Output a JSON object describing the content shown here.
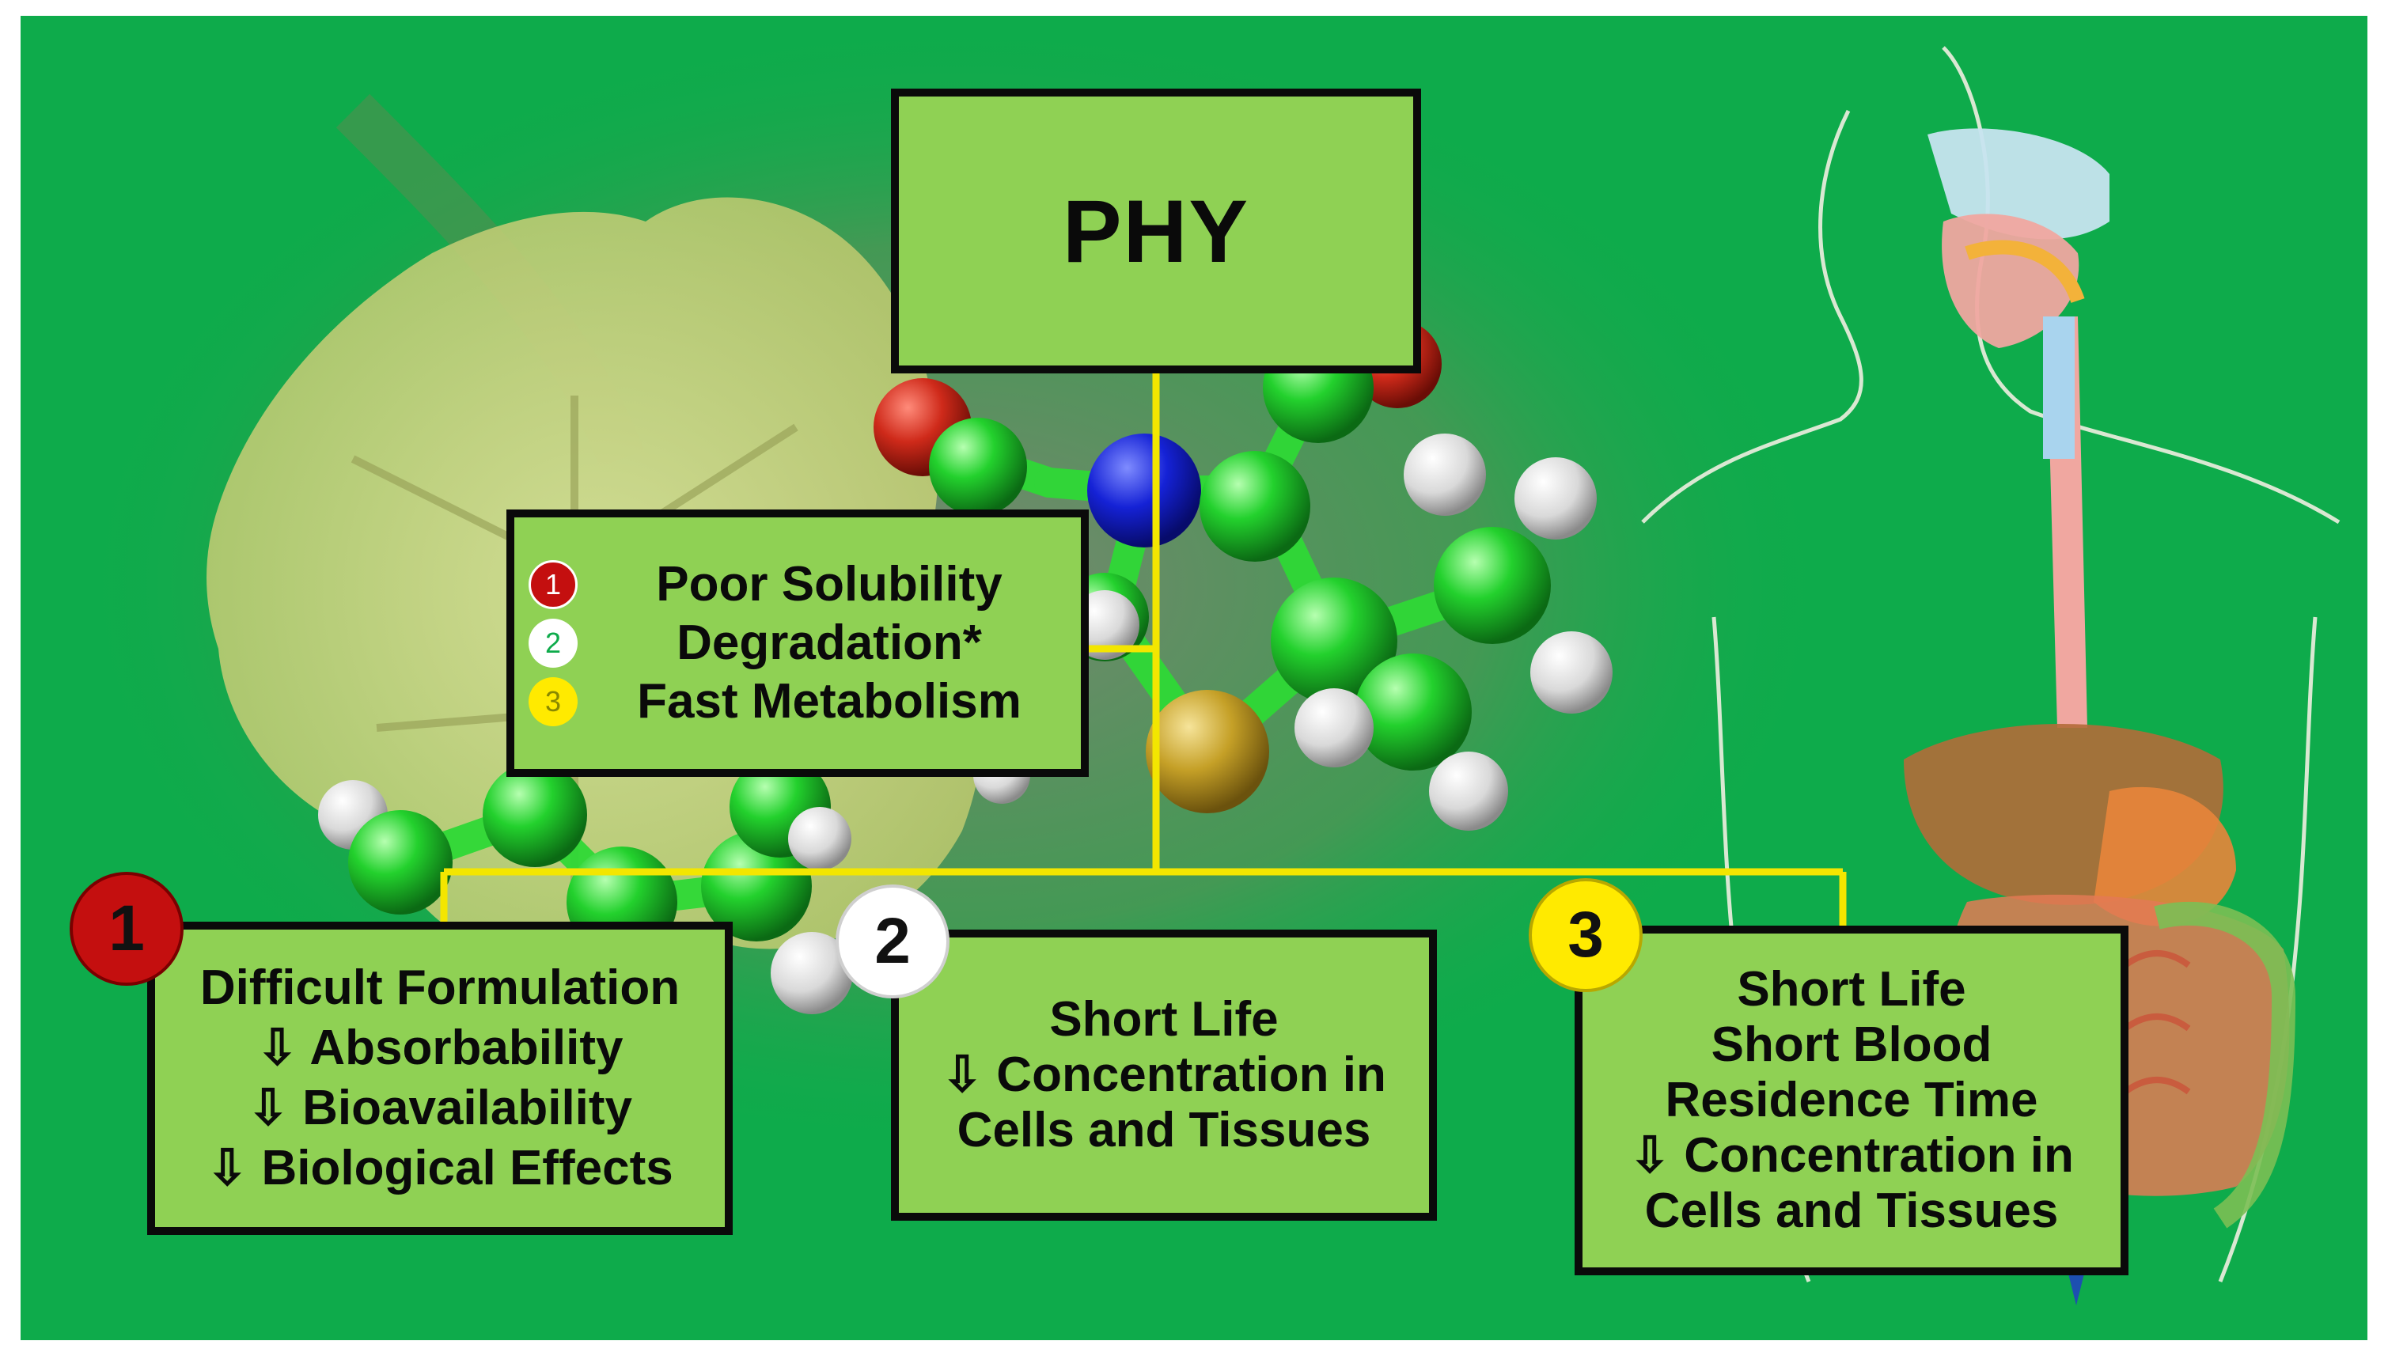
{
  "colors": {
    "background": "#0eab4b",
    "box_fill": "#8fd154",
    "connector": "#f3e600",
    "badge_1": "#c40f0f",
    "badge_2": "#ffffff",
    "badge_3": "#ffea00"
  },
  "title_box": {
    "label": "PHY"
  },
  "problems_box": {
    "items": [
      {
        "number": "1",
        "label": "Poor Solubility"
      },
      {
        "number": "2",
        "label": "Degradation*"
      },
      {
        "number": "3",
        "label": "Fast Metabolism"
      }
    ]
  },
  "outcomes": [
    {
      "number": "1",
      "lines": [
        "Difficult Formulation",
        "⇩ Absorbability",
        "⇩ Bioavailability",
        "⇩ Biological Effects"
      ]
    },
    {
      "number": "2",
      "lines": [
        "Short Life",
        "⇩ Concentration in",
        "Cells and Tissues"
      ]
    },
    {
      "number": "3",
      "lines": [
        "Short Life",
        "Short Blood",
        "Residence Time",
        "⇩ Concentration in",
        "Cells and Tissues"
      ]
    }
  ]
}
